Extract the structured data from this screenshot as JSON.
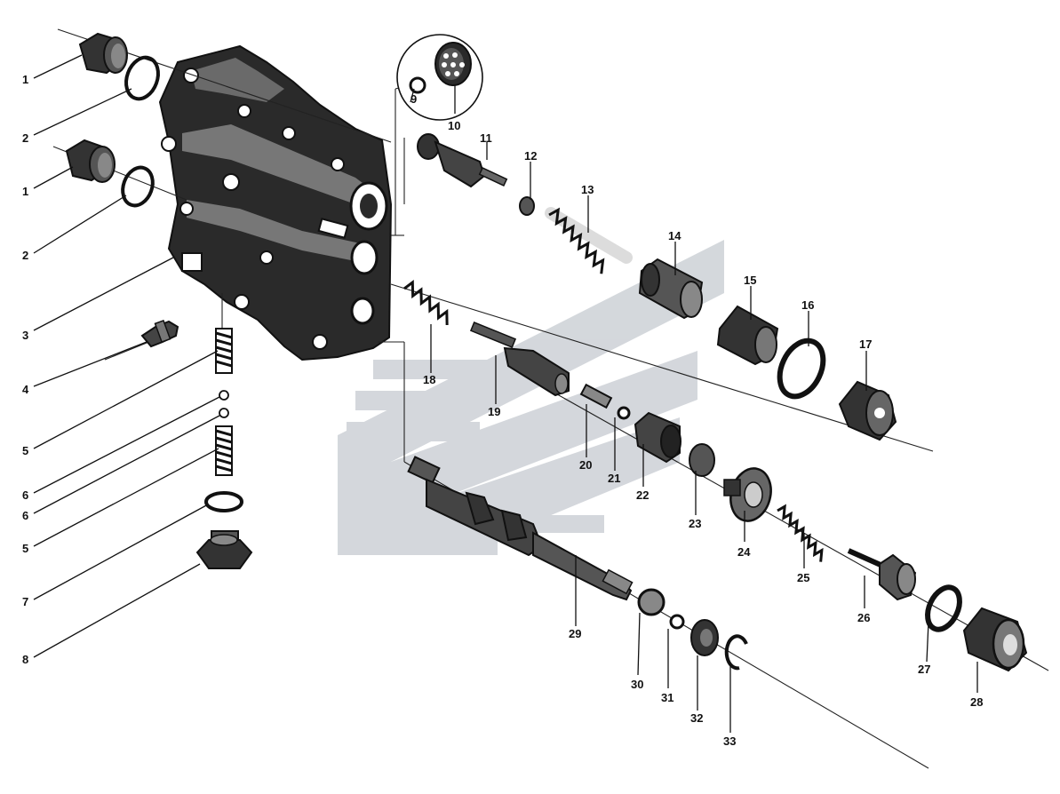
{
  "diagram": {
    "type": "exploded-parts-view",
    "callouts": [
      "1",
      "2",
      "1",
      "2",
      "3",
      "4",
      "5",
      "6",
      "6",
      "5",
      "7",
      "8",
      "9",
      "10",
      "11",
      "12",
      "13",
      "14",
      "15",
      "16",
      "17",
      "18",
      "19",
      "20",
      "21",
      "22",
      "23",
      "24",
      "25",
      "26",
      "27",
      "28",
      "29",
      "30",
      "31",
      "32",
      "33"
    ]
  },
  "colors": {
    "ink": "#111111",
    "watermark": "#cdd1d6",
    "background": "#ffffff"
  }
}
